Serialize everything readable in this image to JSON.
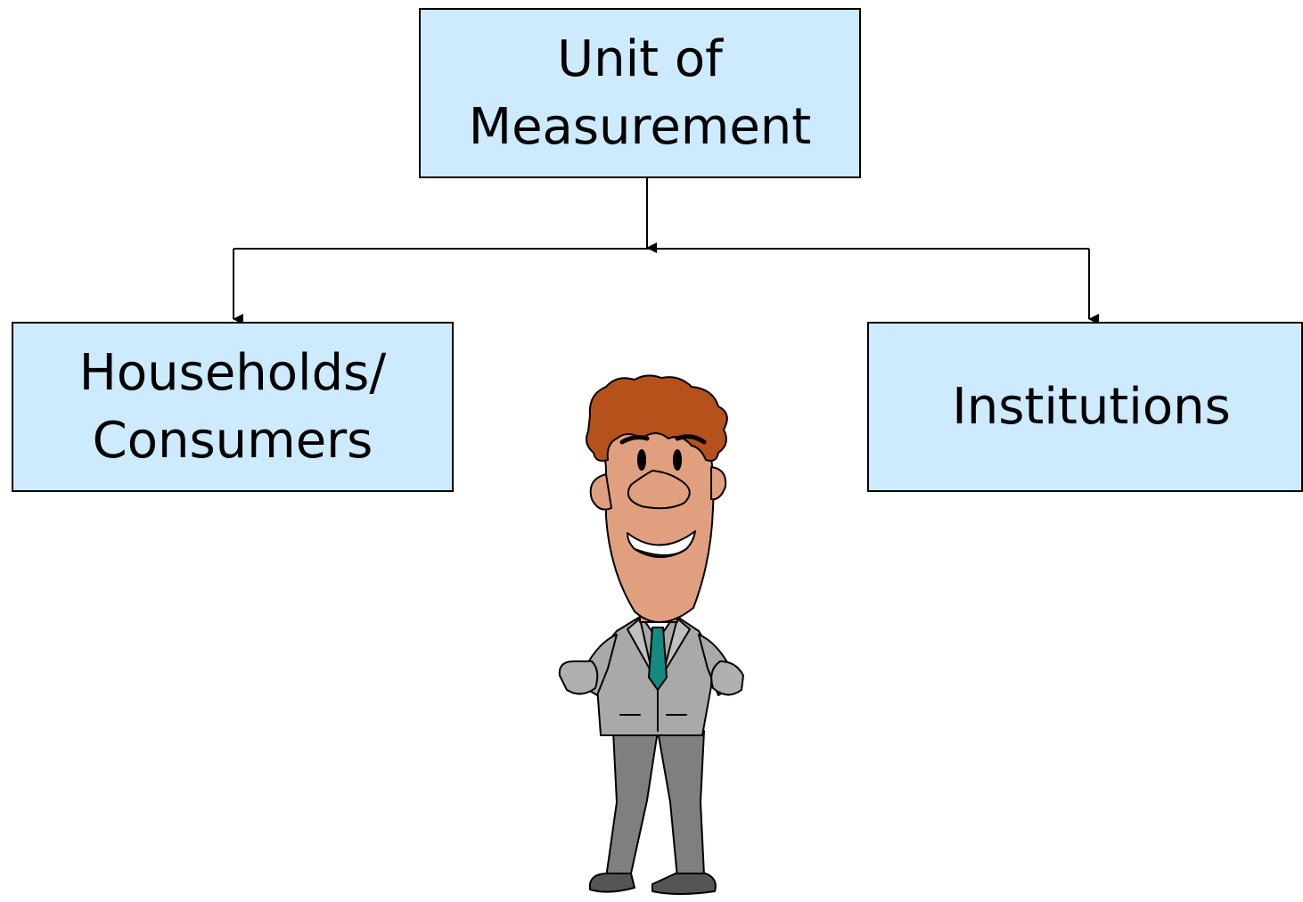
{
  "diagram": {
    "root": {
      "label": "Unit of\nMeasurement"
    },
    "children": [
      {
        "label": "Households/\nConsumers"
      },
      {
        "label": "Institutions"
      }
    ]
  },
  "colors": {
    "box_fill": "#cdeaff",
    "line": "#000000",
    "hair": "#b5521b",
    "skin": "#e0a080",
    "suit": "#a9a9a9",
    "pants": "#7f7f7f",
    "tie": "#148a80",
    "mouth": "#e8141a"
  },
  "illustration": {
    "icon": "cartoon-man-clipart"
  }
}
